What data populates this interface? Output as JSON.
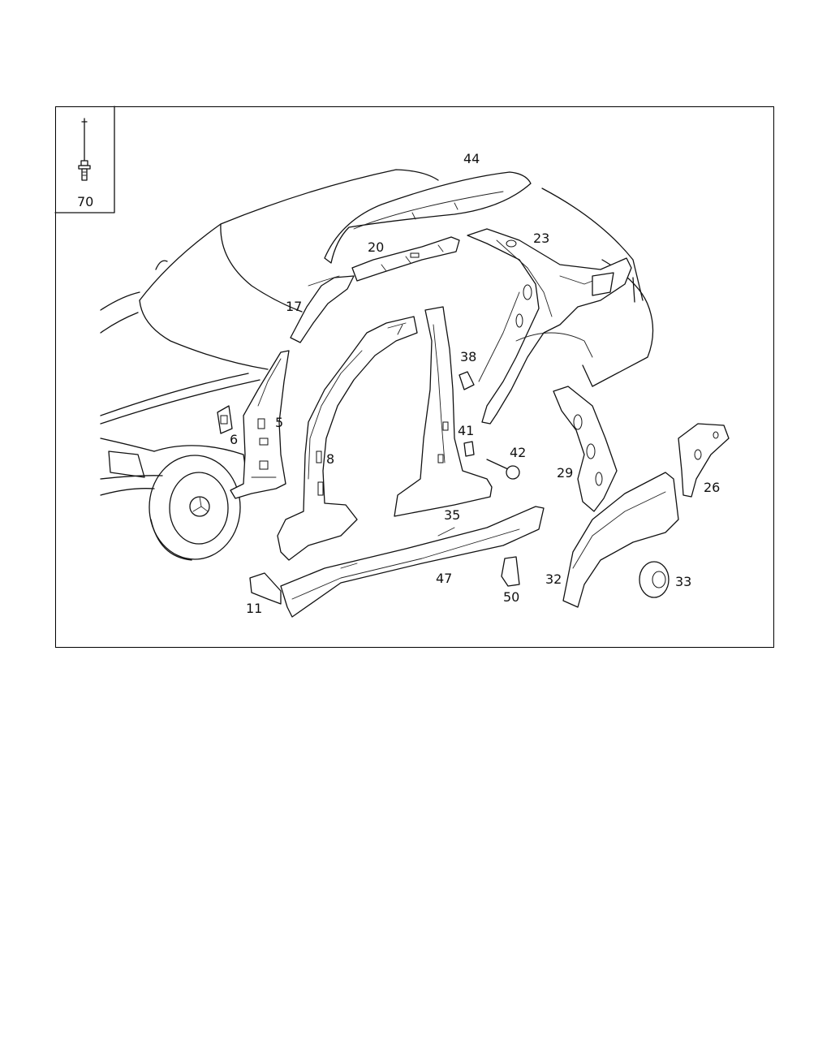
{
  "diagram": {
    "inset_label": "70",
    "callouts": [
      "44",
      "20",
      "23",
      "17",
      "38",
      "5",
      "6",
      "8",
      "41",
      "42",
      "29",
      "26",
      "35",
      "47",
      "32",
      "33",
      "11",
      "50"
    ]
  },
  "colors": {
    "line": "#111111",
    "background": "#ffffff"
  }
}
